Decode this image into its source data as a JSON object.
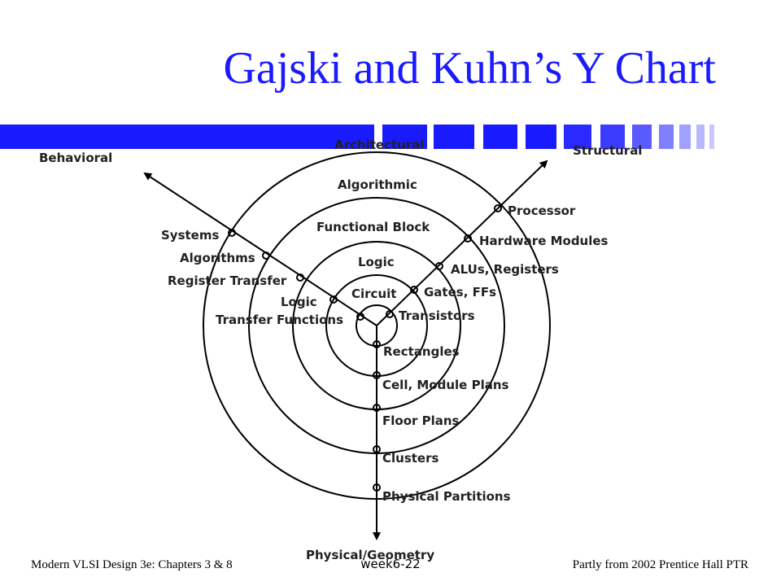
{
  "title": "Gajski and Kuhn’s Y Chart",
  "axes": {
    "behavioral": "Behavioral",
    "structural": "Structural",
    "physical": "Physical/Geometry"
  },
  "levels": [
    "Architectural",
    "Algorithmic",
    "Functional Block",
    "Logic",
    "Circuit"
  ],
  "behavioral_items": [
    "Systems",
    "Algorithms",
    "Register Transfer",
    "Logic",
    "Transfer Functions"
  ],
  "structural_items": [
    "Processor",
    "Hardware Modules",
    "ALUs, Registers",
    "Gates, FFs",
    "Transistors"
  ],
  "physical_items": [
    "Physical Partitions",
    "Clusters",
    "Floor Plans",
    "Cell, Module Plans",
    "Rectangles"
  ],
  "footer": {
    "left": "Modern VLSI Design 3e: Chapters 3 & 8",
    "center": "week6-22",
    "right": "Partly from 2002 Prentice Hall PTR"
  },
  "colors": {
    "title": "#1a1aff",
    "bar": "#1a1aff",
    "lines": "#000000"
  }
}
